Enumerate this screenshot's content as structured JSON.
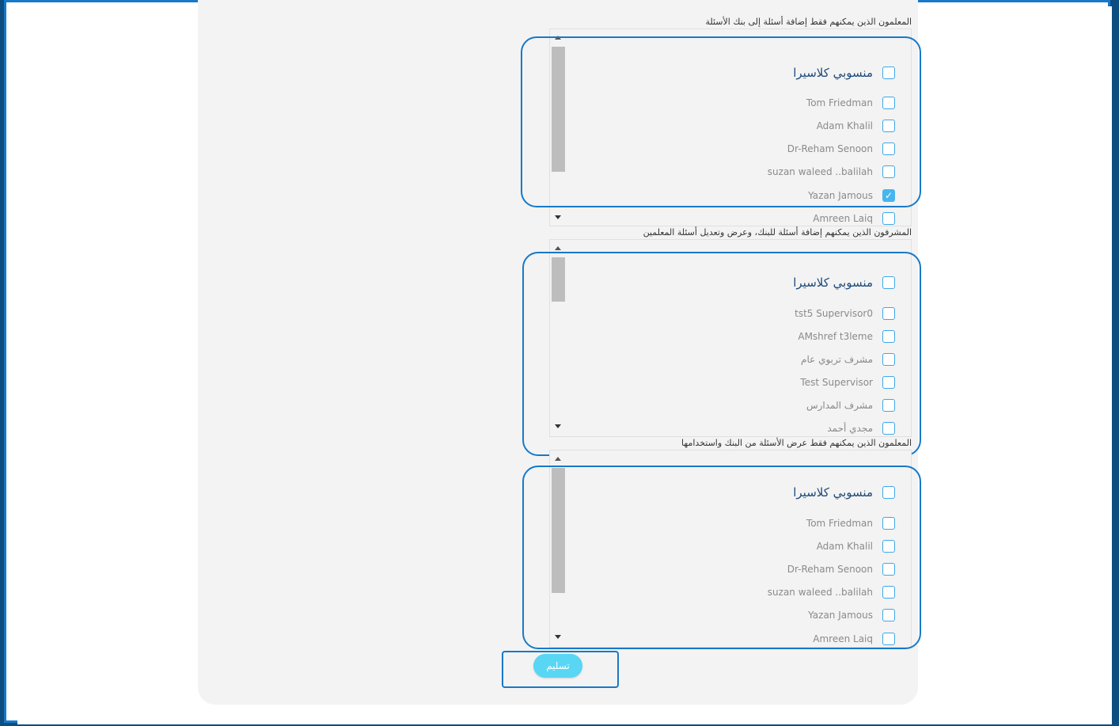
{
  "sections": [
    {
      "label": "المعلمون الذين يمكنهم فقط إضافة أسئلة إلى بنك الأسئلة",
      "group_label": "منسوبي كلاسيرا",
      "group_checked": false,
      "items": [
        {
          "label": "Tom Friedman",
          "checked": false
        },
        {
          "label": "Adam Khalil",
          "checked": false
        },
        {
          "label": "Dr-Reham Senoon",
          "checked": false
        },
        {
          "label": "suzan waleed ..balilah",
          "checked": false
        },
        {
          "label": "Yazan Jamous",
          "checked": true
        },
        {
          "label": "Amreen Laiq",
          "checked": false
        }
      ]
    },
    {
      "label": "المشرفون الذين يمكنهم إضافة أسئلة للبنك، وعرض وتعديل أسئلة المعلمين",
      "group_label": "منسوبي كلاسيرا",
      "group_checked": false,
      "items": [
        {
          "label": "tst5 Supervisor0",
          "checked": false
        },
        {
          "label": "AMshref t3leme",
          "checked": false
        },
        {
          "label": "مشرف تربوي عام",
          "checked": false
        },
        {
          "label": "Test Supervisor",
          "checked": false
        },
        {
          "label": "مشرف المدارس",
          "checked": false
        },
        {
          "label": "مجدي أحمد",
          "checked": false
        }
      ]
    },
    {
      "label": "المعلمون الذين يمكنهم فقط عرض الأسئلة من البنك واستخدامها",
      "group_label": "منسوبي كلاسيرا",
      "group_checked": false,
      "items": [
        {
          "label": "Tom Friedman",
          "checked": false
        },
        {
          "label": "Adam Khalil",
          "checked": false
        },
        {
          "label": "Dr-Reham Senoon",
          "checked": false
        },
        {
          "label": "suzan waleed ..balilah",
          "checked": false
        },
        {
          "label": "Yazan Jamous",
          "checked": false
        },
        {
          "label": "Amreen Laiq",
          "checked": false
        }
      ]
    }
  ],
  "submit_label": "تسليم",
  "colors": {
    "accent": "#1679c9",
    "checkbox": "#3fa7e6",
    "submit": "#58d6f4",
    "group_text": "#1e4a7a"
  }
}
